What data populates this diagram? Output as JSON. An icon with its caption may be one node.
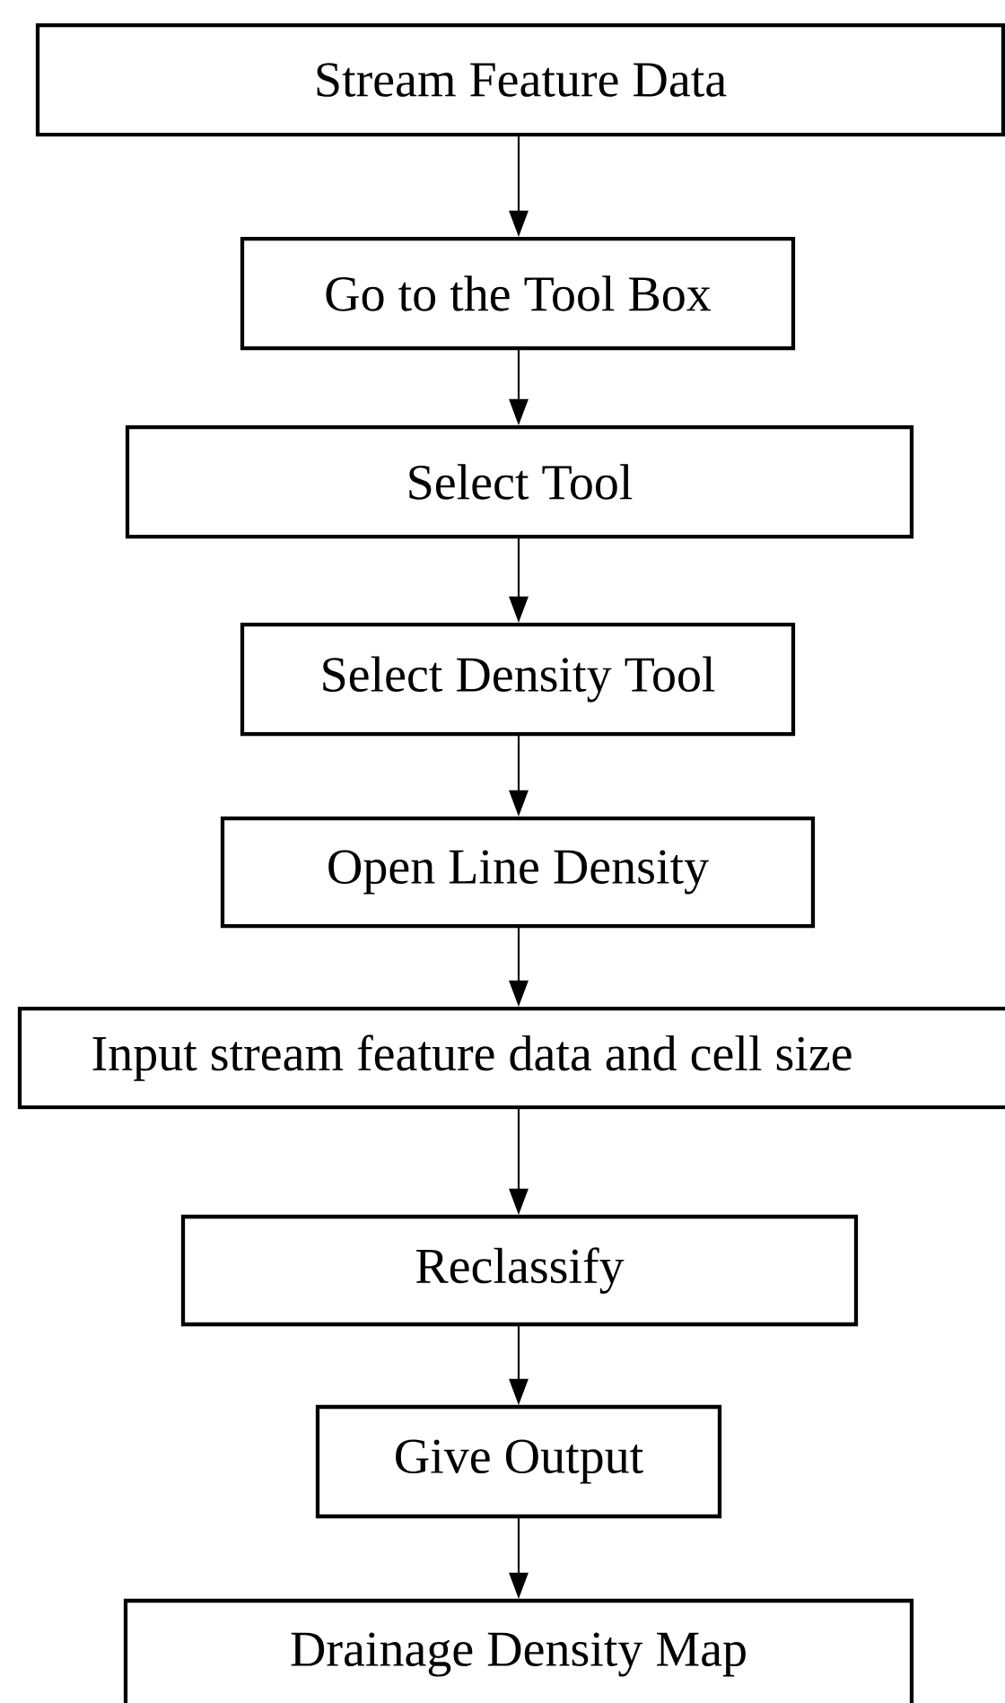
{
  "diagram": {
    "nodes": [
      {
        "text": [
          "Stream Feature Data"
        ]
      },
      {
        "text": [
          "Go to the Tool Box"
        ]
      },
      {
        "text": [
          "Select Tool"
        ]
      },
      {
        "text": [
          "Select Density Tool"
        ]
      },
      {
        "text": [
          "Open Line Density"
        ]
      },
      {
        "text": [
          "Input stream feature data and cell size"
        ]
      },
      {
        "text": [
          "Reclassify"
        ]
      },
      {
        "text": [
          "Give Output"
        ]
      },
      {
        "text": [
          "Drainage Density Map"
        ]
      }
    ],
    "edges": [
      {
        "from": 0,
        "to": 1,
        "arrow": "to"
      },
      {
        "from": 1,
        "to": 2,
        "arrow": "to"
      },
      {
        "from": 2,
        "to": 3,
        "arrow": "to"
      },
      {
        "from": 3,
        "to": 4,
        "arrow": "to"
      },
      {
        "from": 4,
        "to": 5,
        "arrow": "to"
      },
      {
        "from": 5,
        "to": 6,
        "arrow": "to"
      },
      {
        "from": 6,
        "to": 7,
        "arrow": "to"
      },
      {
        "from": 7,
        "to": 8,
        "arrow": "to"
      }
    ]
  }
}
